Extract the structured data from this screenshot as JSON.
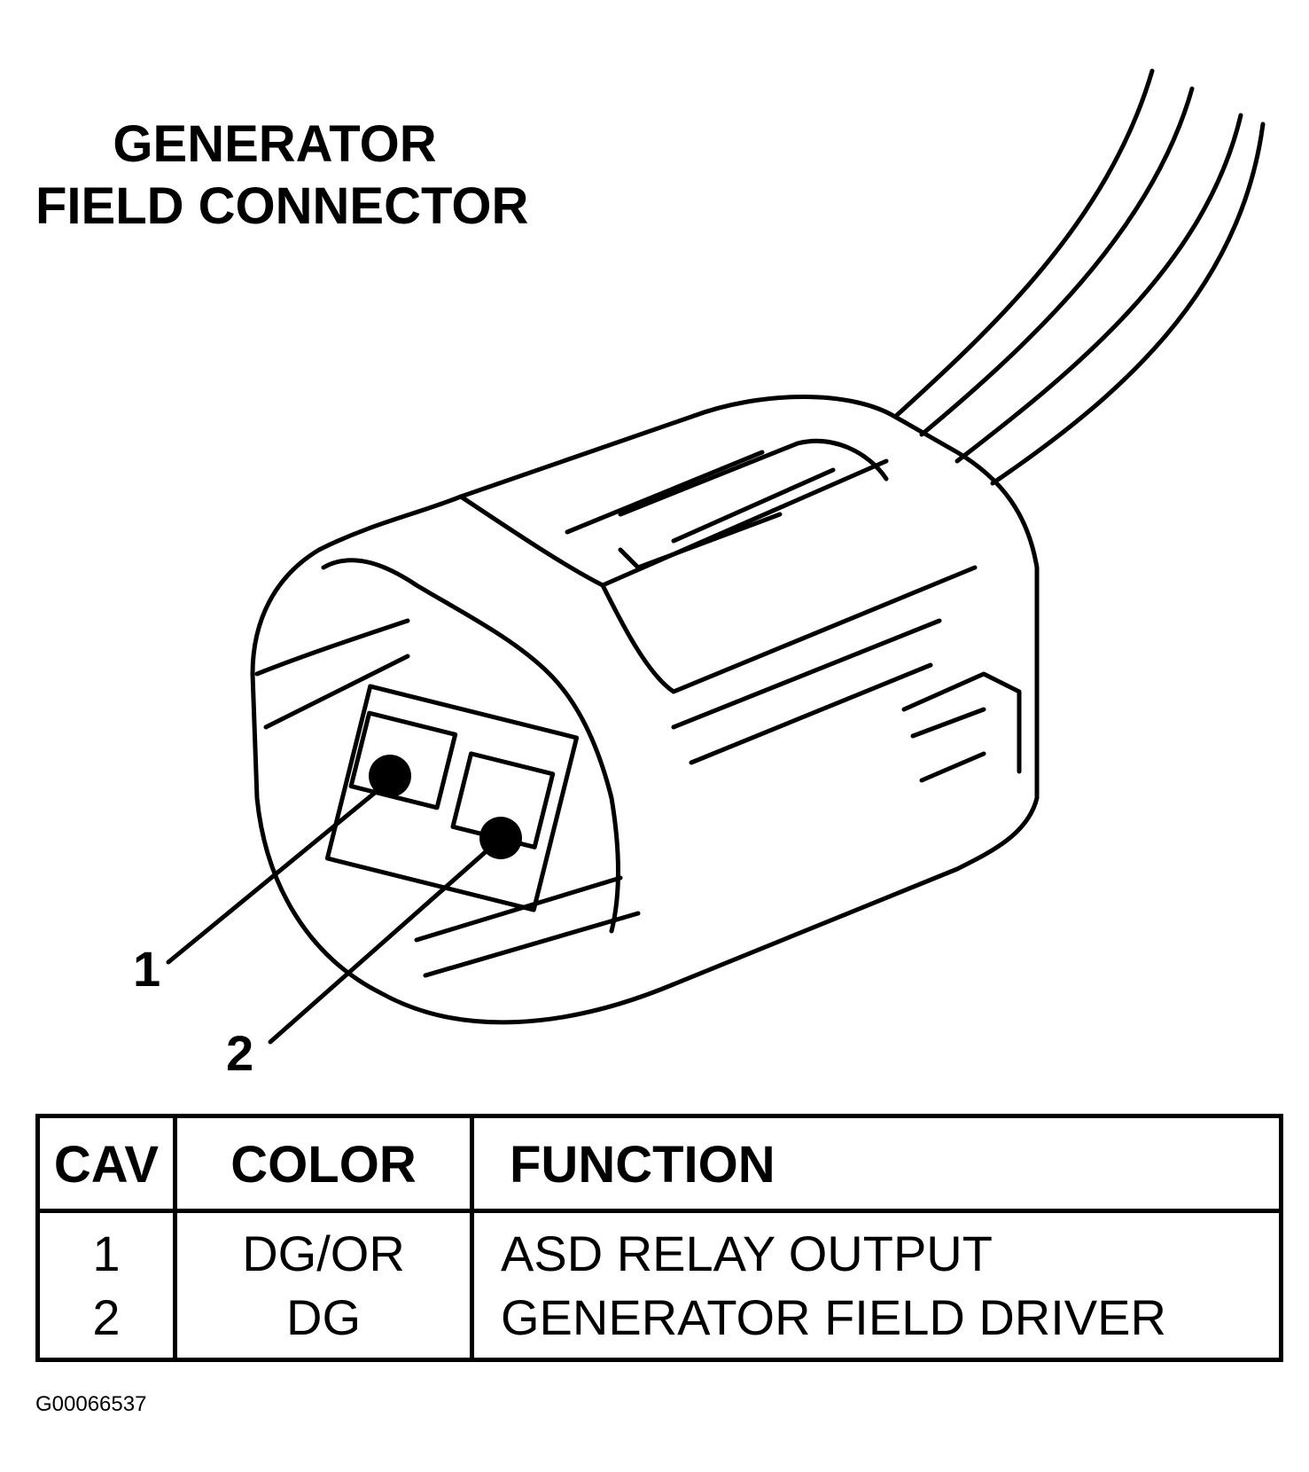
{
  "title": {
    "line1": "GENERATOR",
    "line2": "FIELD CONNECTOR"
  },
  "callouts": [
    "1",
    "2"
  ],
  "table": {
    "headers": [
      "CAV",
      "COLOR",
      "FUNCTION"
    ],
    "rows": [
      {
        "cav": "1",
        "color": "DG/OR",
        "function": "ASD RELAY OUTPUT"
      },
      {
        "cav": "2",
        "color": "DG",
        "function": "GENERATOR FIELD DRIVER"
      }
    ]
  },
  "figure_id": "G00066537",
  "icons": [
    "connector-illustration"
  ],
  "colors": {
    "ink": "#000000",
    "paper": "#ffffff"
  }
}
